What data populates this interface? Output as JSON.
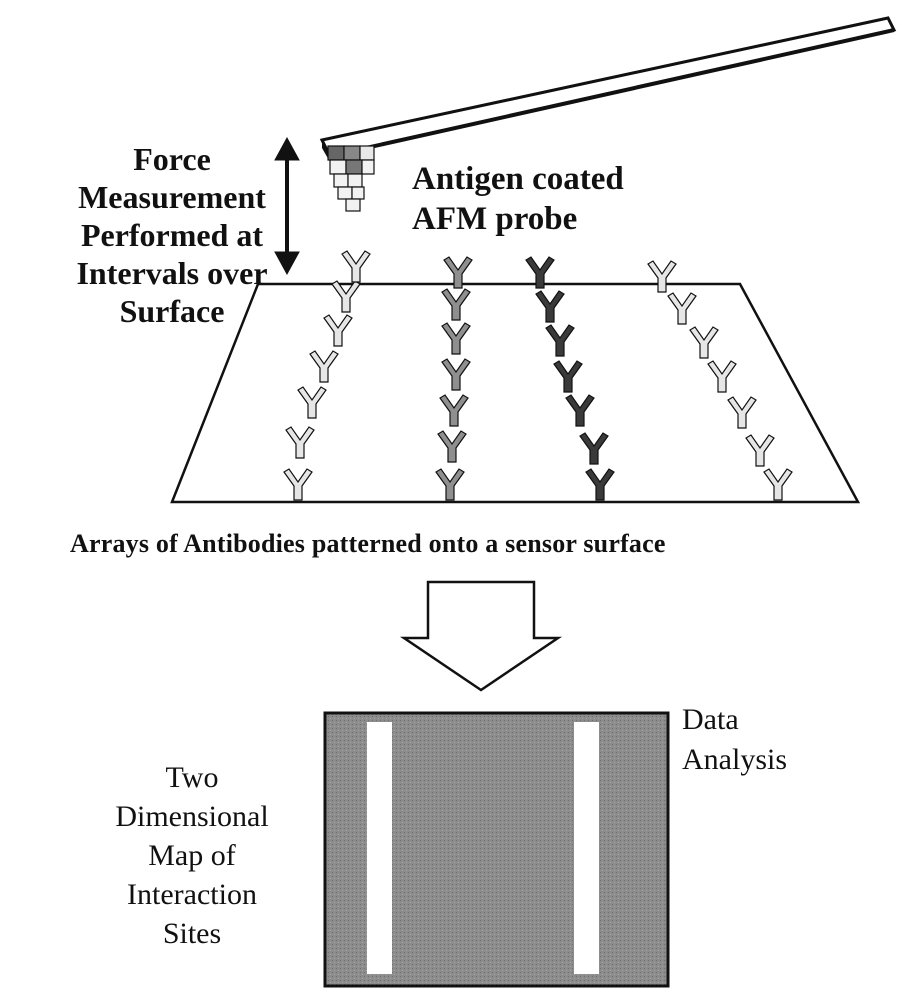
{
  "labels": {
    "force_measurement": [
      "Force",
      "Measurement",
      "Performed at",
      "Intervals over",
      "Surface"
    ],
    "probe": [
      "Antigen coated",
      "AFM probe"
    ],
    "arrays": "Arrays of Antibodies patterned onto a sensor surface",
    "data_analysis": [
      "Data",
      "Analysis"
    ],
    "map": [
      "Two",
      "Dimensional",
      "Map of",
      "Interaction",
      "Sites"
    ]
  },
  "colors": {
    "ink": "#111111",
    "antibody_light": "#e6e6e6",
    "antibody_medium": "#8f8f8f",
    "antibody_dark": "#3a3a3a",
    "map_fill": "#8c8c8c",
    "map_stripe": "#ffffff"
  }
}
